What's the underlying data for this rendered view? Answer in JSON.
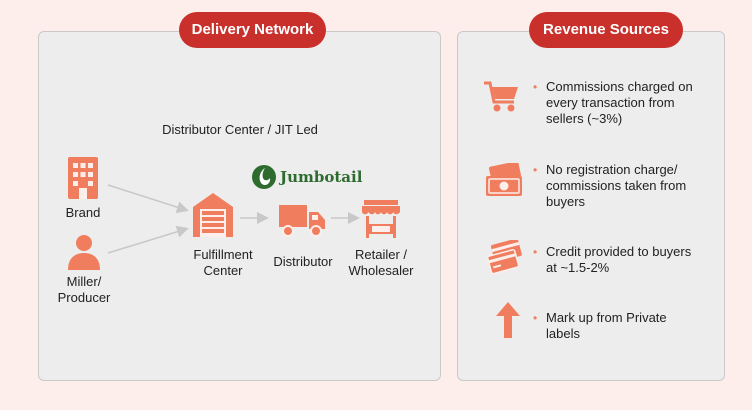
{
  "delivery": {
    "title": "Delivery Network",
    "subtitle": "Distributor Center / JIT Led",
    "brand": "Brand",
    "miller_line1": "Miller/",
    "miller_line2": "Producer",
    "fulfillment_line1": "Fulfillment",
    "fulfillment_line2": "Center",
    "distributor": "Distributor",
    "retailer_line1": "Retailer /",
    "retailer_line2": "Wholesaler",
    "logo_text": "Jumbotail"
  },
  "revenue": {
    "title": "Revenue Sources",
    "items": [
      {
        "icon": "shopping-cart-icon",
        "line1": "Commissions charged on",
        "line2": "every transaction from",
        "line3": "sellers (~3%)"
      },
      {
        "icon": "money-icon",
        "line1": "No registration charge/",
        "line2": "commissions taken from",
        "line3": "buyers"
      },
      {
        "icon": "credit-card-icon",
        "line1": "Credit provided to buyers",
        "line2": "at ~1.5-2%",
        "line3": ""
      },
      {
        "icon": "arrow-up-icon",
        "line1": "Mark up from Private",
        "line2": "labels",
        "line3": ""
      }
    ]
  },
  "colors": {
    "accent": "#f07d5e",
    "pill": "#c9302c",
    "logo_green": "#2e6b2f",
    "arrow_gray": "#c8c8c8"
  }
}
